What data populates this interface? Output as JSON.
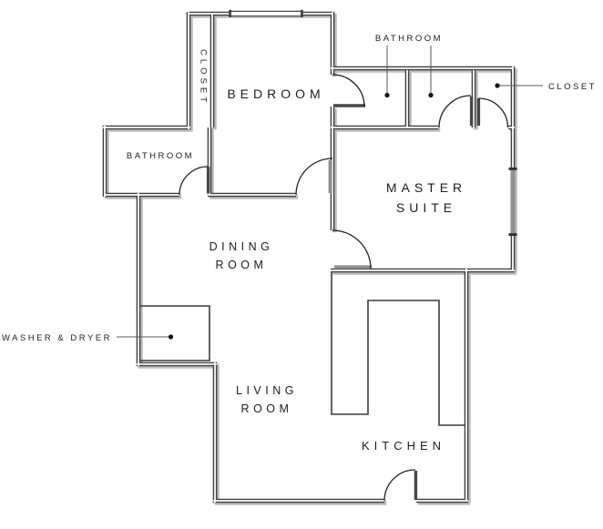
{
  "plan": {
    "type": "apartment-floor-plan",
    "rooms": {
      "bedroom": {
        "label": "BEDROOM"
      },
      "bedroom_closet": {
        "label": "CLOSET"
      },
      "bathroom_top": {
        "label": "BATHROOM"
      },
      "closet_right": {
        "label": "CLOSET"
      },
      "bathroom_left": {
        "label": "BATHROOM"
      },
      "master_suite": {
        "label": "MASTER SUITE",
        "line1": "MASTER",
        "line2": "SUITE"
      },
      "dining_room": {
        "label": "DINING ROOM",
        "line1": "DINING",
        "line2": "ROOM"
      },
      "living_room": {
        "label": "LIVING ROOM",
        "line1": "LIVING",
        "line2": "ROOM"
      },
      "kitchen": {
        "label": "KITCHEN"
      },
      "washer_dryer": {
        "label": "WASHER & DRYER"
      }
    },
    "features": [
      "window-bedroom-north",
      "window-master-east",
      "kitchen-counter",
      "entry-door-south"
    ],
    "colors": {
      "wall_dark": "#3f3f3f",
      "wall_shadow": "#bcbcbc",
      "wall_core": "#ffffff",
      "thin_line": "#3c3c3c",
      "door_arc": "#222222",
      "leaf_dark": "#474747",
      "leaf_gray": "#8f8f8f",
      "window_gray": "#909090",
      "leader": "#5a5a5a",
      "dot": "#111111",
      "text": "#1c1c1c",
      "background": "#ffffff"
    }
  }
}
